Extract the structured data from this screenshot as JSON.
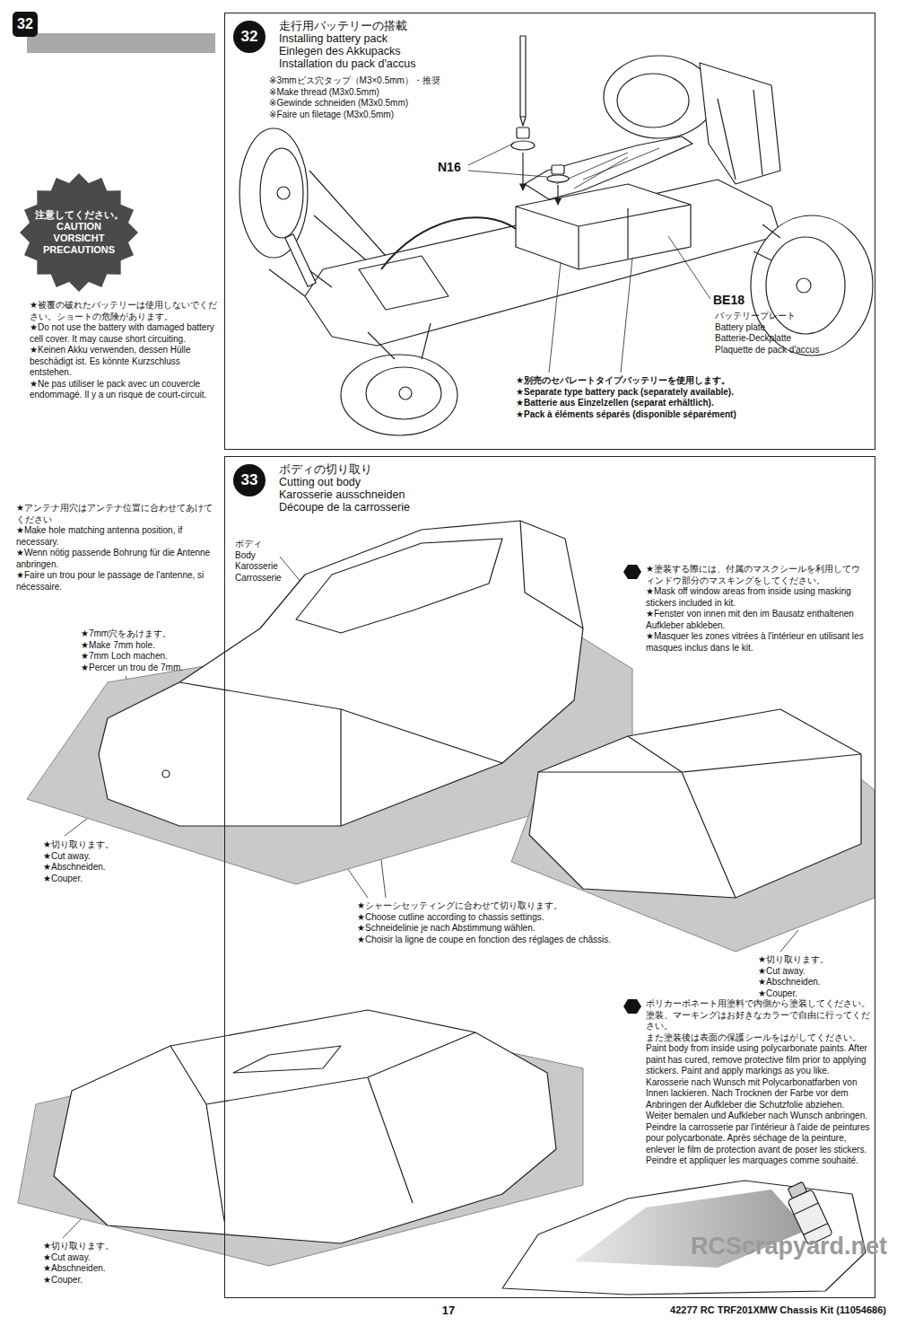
{
  "diagram": {
    "nodes": [
      {
        "text": [
          "32"
        ]
      },
      {
        "text": [
          "注意してください。",
          "CAUTION",
          "VORSICHT",
          "PRECAUTIONS"
        ]
      },
      {
        "text": [
          "走行用バッテリーの搭載",
          "Installing battery pack",
          "Einlegen des Akkupacks",
          "Installation du pack d'accus"
        ]
      },
      {
        "text": [
          "32"
        ],
        "in": 2
      },
      {
        "text": [
          "ボディの切り取り",
          "Cutting out body",
          "Karosserie ausschneiden",
          "Découpe de la carrosserie"
        ]
      },
      {
        "text": [
          "33"
        ],
        "in": 4
      }
    ],
    "labels": [
      "※3mmビス穴タップ（M3×0.5mm）・推奨",
      "※Make thread (M3x0.5mm)",
      "※Gewinde schneiden (M3x0.5mm)",
      "※Faire un filetage (M3x0.5mm)",
      "N16",
      "BE18",
      "バッテリープレート",
      "Battery plate",
      "Batterie-Deckplatte",
      "Plaquette de pack d'accus",
      "★別売のセパレートタイプバッテリーを使用します。",
      "★Separate type battery pack (separately available).",
      "★Batterie aus Einzelzellen (separat erhältlich).",
      "★Pack à éléments séparés (disponible séparément)",
      "★被覆の破れたバッテリーは使用しないでください。ショートの危険があります。",
      "★Do not use the battery with damaged battery cell cover. It may cause short circuiting.",
      "★Keinen Akku verwenden, dessen Hülle beschädigt ist. Es könnte Kurzschluss entstehen.",
      "★Ne pas utiliser le pack avec un couvercle endommagé. Il y a un risque de court-circuit.",
      "★アンテナ用穴はアンテナ位置に合わせてあけてください",
      "★Make hole matching antenna position, if necessary.",
      "★Wenn nötig passende Bohrung für die Antenne anbringen.",
      "★Faire un trou pour le passage de l'antenne, si nécessaire.",
      "ボディ",
      "Body",
      "Karosserie",
      "Carrosserie",
      "★7mm穴をあけます。",
      "★Make 7mm hole.",
      "★7mm Loch machen.",
      "★Percer un trou de 7mm.",
      "★塗装する際には、付属のマスクシールを利用してウィンドウ部分のマスキングをしてください。",
      "★Mask off window areas from inside using masking stickers included in kit.",
      "★Fenster von innen mit den im Bausatz enthaltenen Aufkleber abkleben.",
      "★Masquer les zones vitrées à l'intérieur en utilisant les masques inclus dans le kit.",
      "★切り取ります。",
      "★Cut away.",
      "★Abschneiden.",
      "★Couper.",
      "★シャーシセッティングに合わせて切り取ります。",
      "★Choose cutline according to chassis settings.",
      "★Schneidelinie je nach Abstimmung wählen.",
      "★Choisir la ligne de coupe en fonction des réglages de châssis.",
      "★切り取ります。",
      "★Cut away.",
      "★Abschneiden.",
      "★Couper.",
      "ポリカーボネート用塗料で内側から塗装してください。",
      "塗装、マーキングはお好きなカラーで自由に行ってください。",
      "また塗装後は表面の保護シールをはがしてください。",
      "Paint body from inside using polycarbonate paints. After paint has cured, remove protective film prior to applying stickers. Paint and apply markings as you like.",
      "Karosserie nach Wunsch mit Polycarbonatfarben von Innen lackieren. Nach Trocknen der Farbe vor dem Anbringen der Aufkleber die Schutzfolie abziehen. Weiter bemalen und Aufkleber nach Wunsch anbringen.",
      "Peindre la carrosserie par l'intérieur à l'aide de peintures pour polycarbonate. Après séchage de la peinture, enlever le film de protection avant de poser les stickers. Peindre et appliquer les marquages comme souhaité.",
      "★切り取ります。",
      "★Cut away.",
      "★Abschneiden.",
      "★Couper.",
      "17",
      "42277 RC TRF201XMW Chassis Kit (11054686)",
      "RCScrapyard.net"
    ]
  }
}
